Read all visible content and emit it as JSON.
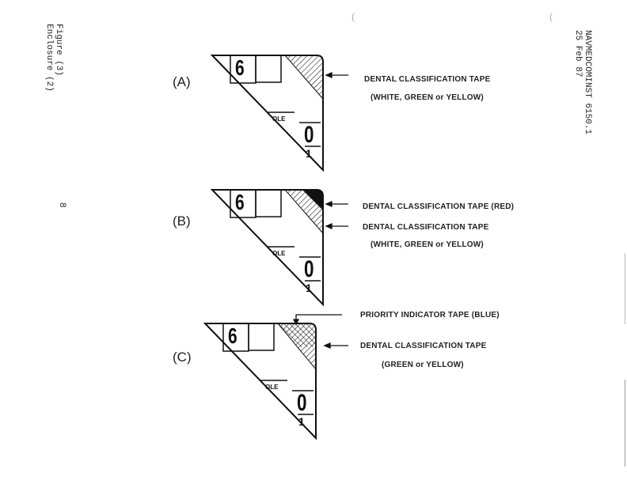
{
  "header_left": {
    "figure": "Figure (3)",
    "enclosure": "Enclosure (2)",
    "page_number": "8"
  },
  "header_right": {
    "instruction": "NAVMEDCOMINST 6150.1",
    "date": "25 Feb 87"
  },
  "figures": [
    {
      "letter": "(A)",
      "box_digit": "6",
      "middle_text": "OLE",
      "lower_digit": "0",
      "bottom_digit": "1",
      "labels": [
        "DENTAL CLASSIFICATION TAPE",
        "(WHITE, GREEN or YELLOW)"
      ]
    },
    {
      "letter": "(B)",
      "box_digit": "6",
      "middle_text": "OLE",
      "lower_digit": "0",
      "bottom_digit": "1",
      "labels": [
        "DENTAL CLASSIFICATION TAPE  (RED)",
        "DENTAL CLASSIFICATION TAPE",
        "(WHITE, GREEN or YELLOW)"
      ]
    },
    {
      "letter": "(C)",
      "box_digit": "6",
      "middle_text": "OLE",
      "lower_digit": "0",
      "bottom_digit": "1",
      "labels": [
        "PRIORITY INDICATOR TAPE  (BLUE)",
        "DENTAL CLASSIFICATION TAPE",
        "(GREEN or YELLOW)"
      ]
    }
  ]
}
